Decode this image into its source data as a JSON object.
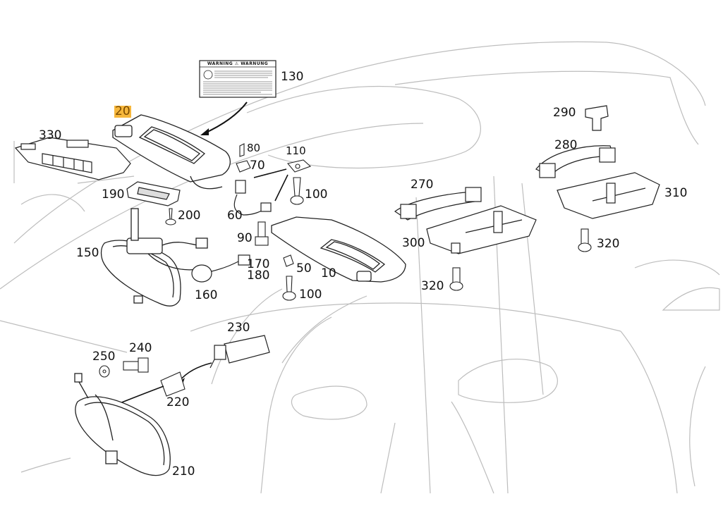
{
  "warning_label": {
    "title": "WARNING ⚠ WARNUNG"
  },
  "callouts": {
    "c20": "20",
    "c330": "330",
    "c130": "130",
    "c80": "80",
    "c70": "70",
    "c110": "110",
    "c190": "190",
    "c100a": "100",
    "c200": "200",
    "c60": "60",
    "c90": "90",
    "c150": "150",
    "c170": "170",
    "c180": "180",
    "c50": "50",
    "c10": "10",
    "c160": "160",
    "c100b": "100",
    "c270": "270",
    "c300": "300",
    "c320a": "320",
    "c290": "290",
    "c280": "280",
    "c310": "310",
    "c320b": "320",
    "c230": "230",
    "c250": "250",
    "c240": "240",
    "c220": "220",
    "c210": "210"
  },
  "highlight_color": "#f6b73c"
}
